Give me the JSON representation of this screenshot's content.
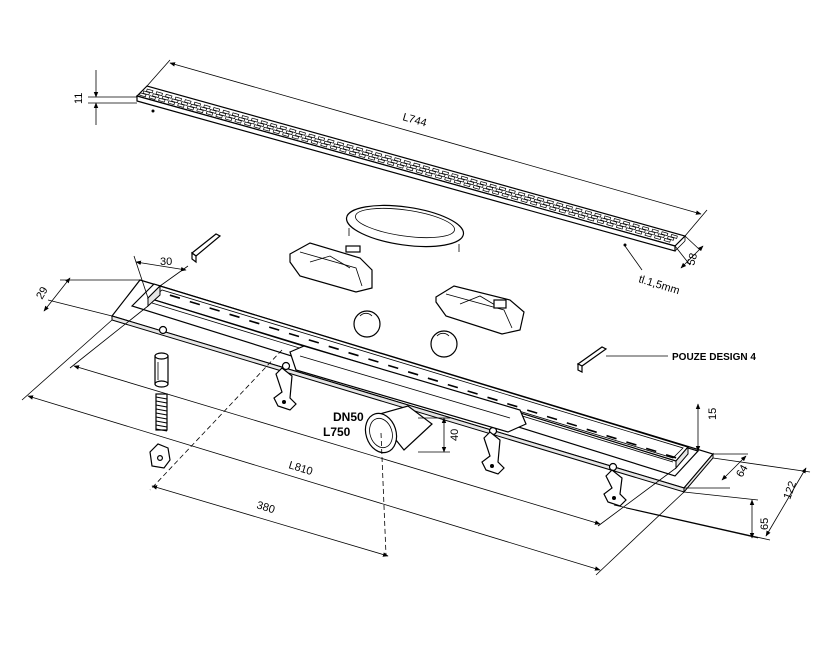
{
  "dimensions": {
    "grate_length": "L744",
    "grate_height": "11",
    "grate_width": "58",
    "grate_thickness": "tl.1,5mm",
    "channel_length": "L810",
    "inner_length": "L750",
    "outlet_diameter": "DN50",
    "outlet_offset": "380",
    "flange_width": "29",
    "flange_offset": "30",
    "channel_depth": "15",
    "channel_width": "64",
    "overall_width": "122",
    "foot_height": "65",
    "outlet_height": "40"
  },
  "labels": {
    "design_note": "POUZE DESIGN 4"
  }
}
